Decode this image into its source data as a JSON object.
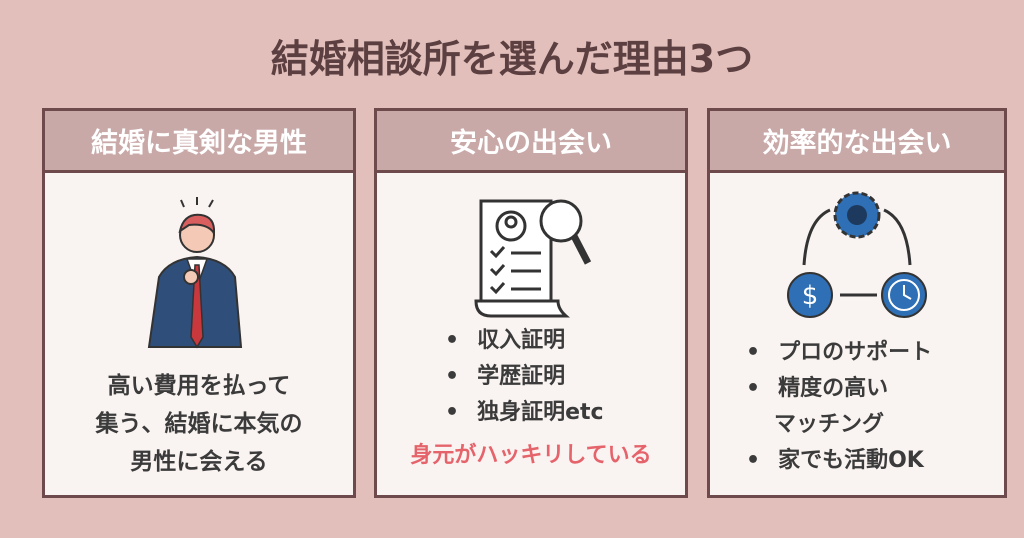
{
  "title": "結婚相談所を選んだ理由3つ",
  "panels": [
    {
      "header": "結婚に真剣な男性",
      "icon": "stressed-businessman-icon",
      "text": [
        "高い費用を払って",
        "集う、結婚に本気の",
        "男性に会える"
      ]
    },
    {
      "header": "安心の出会い",
      "icon": "document-magnifier-icon",
      "items": [
        "収入証明",
        "学歴証明",
        "独身証明etc"
      ],
      "highlight": "身元がハッキリしている"
    },
    {
      "header": "効率的な出会い",
      "icon": "cycle-gear-money-clock-icon",
      "items": [
        "プロのサポート",
        "精度の高い",
        "マッチング",
        "家でも活動OK"
      ]
    }
  ],
  "colors": {
    "background": "#e2bfbb",
    "header": "#c9a8a8",
    "border": "#6e4a4c",
    "accent": "#e5636b",
    "icon_blue": "#2f6fb5"
  }
}
